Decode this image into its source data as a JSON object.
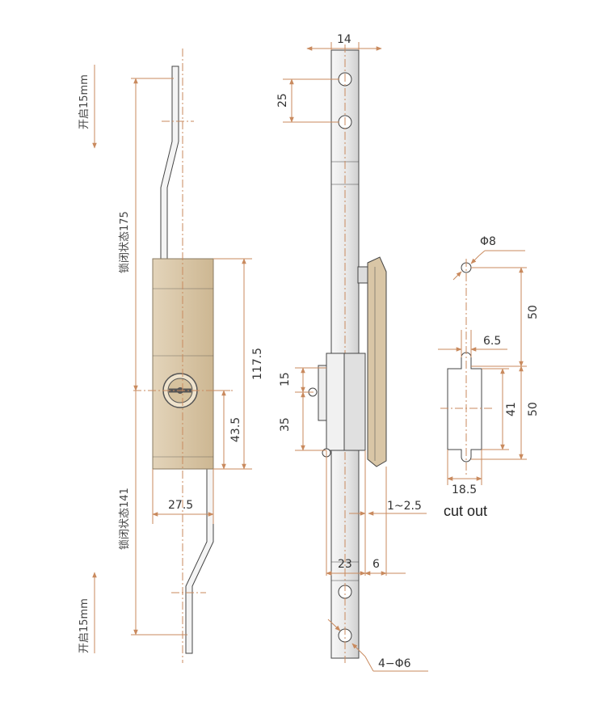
{
  "colors": {
    "background": "#ffffff",
    "dimension_line": "#c98a5e",
    "body_tan": "#d9c6a6",
    "steel": "#ececec",
    "outline": "#444444",
    "text": "#333333"
  },
  "front_view": {
    "open_top": "开启15mm",
    "locked_top": "锁闭状态175",
    "locked_bottom": "锁闭状态141",
    "open_bottom": "开启15mm",
    "dim_height": "117.5",
    "dim_lock_offset": "43.5",
    "dim_width": "27.5"
  },
  "side_view": {
    "dim_top_width": "14",
    "dim_hole_pitch": "25",
    "dim_15": "15",
    "dim_35": "35",
    "dim_gap": "1~2.5",
    "dim_23": "23",
    "dim_6": "6",
    "holes_note": "4−Φ6"
  },
  "cutout": {
    "dim_hole": "Φ8",
    "dim_upper": "50",
    "dim_lower": "50",
    "dim_slot_width": "6.5",
    "dim_height": "41",
    "dim_width": "18.5",
    "caption": "cut out"
  }
}
